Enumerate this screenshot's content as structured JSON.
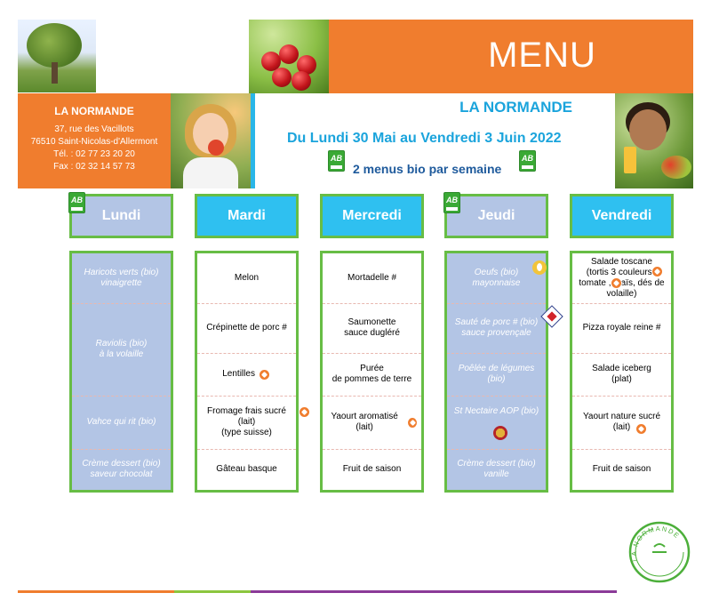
{
  "header": {
    "menu_title": "MENU",
    "brand": "LA NORMANDE",
    "date_range": "Du Lundi 30 Mai au Vendredi 3 Juin 2022",
    "bio_note": "2 menus bio par semaine",
    "ab_logo_text": "AB"
  },
  "company": {
    "name": "LA NORMANDE",
    "address_line1": "37, rue des Vacillots",
    "address_line2": "76510 Saint-Nicolas-d'Allermont",
    "phone": "Tél. : 02 77 23 20 20",
    "fax": "Fax : 02 32 14 57 73"
  },
  "days": [
    {
      "name": "Lundi",
      "bio": true,
      "dishes": [
        "Haricots verts (bio)\nvinaigrette",
        "Raviolis (bio)\nà la volaille",
        "Vahce qui rit (bio)",
        "Crème dessert (bio)\nsaveur chocolat"
      ]
    },
    {
      "name": "Mardi",
      "bio": false,
      "dishes": [
        "Melon",
        "Crépinette de porc #",
        "Lentilles",
        "Fromage frais sucré (lait)\n(type suisse)",
        "Gâteau basque"
      ]
    },
    {
      "name": "Mercredi",
      "bio": false,
      "dishes": [
        "Mortadelle #",
        "Saumonette\nsauce dugléré",
        "Purée\nde pommes de terre",
        "Yaourt aromatisé (lait)",
        "Fruit de saison"
      ]
    },
    {
      "name": "Jeudi",
      "bio": true,
      "dishes": [
        "Oeufs (bio)\nmayonnaise",
        "Sauté de porc # (bio)\nsauce provençale",
        "Poêlée de légumes (bio)",
        "St Nectaire AOP (bio)",
        "Crème dessert (bio)\nvanille"
      ]
    },
    {
      "name": "Vendredi",
      "bio": false,
      "dishes": [
        "Salade toscane\n(tortis 3 couleurs , tomate , maïs, dés de volaille)",
        "Pizza royale reine #",
        "Salade iceberg\n(plat)",
        "Yaourt nature sucré\n(lait)",
        "Fruit de saison"
      ]
    }
  ],
  "footer_logo": {
    "text": "LA NORMANDE",
    "color": "#4caf3a"
  },
  "colors": {
    "orange": "#f07d2e",
    "green_border": "#67bd45",
    "bio_blue": "#b3c5e5",
    "day_blue": "#2fc0f0",
    "title_blue": "#1ba4dc",
    "bio_note_blue": "#1e5a9c",
    "footer_purple": "#8b3a98",
    "footer_green": "#8cc63f"
  },
  "icons": {
    "french_origin": "orange-france-icon",
    "aop": "aop-icon",
    "eggs": "egg-icon",
    "label_rouge": "label-rouge-icon",
    "organic": "ab-logo-icon"
  }
}
